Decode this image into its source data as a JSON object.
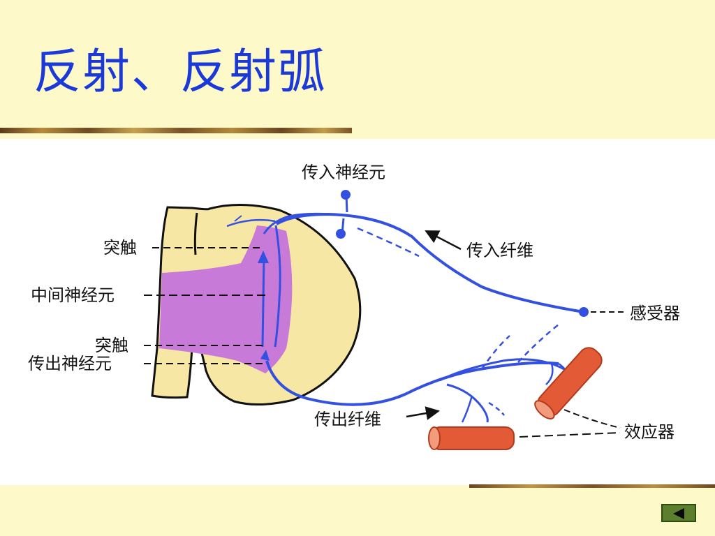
{
  "slide": {
    "title": "反射、反射弧"
  },
  "diagram": {
    "labels": {
      "afferent_neuron": "传入神经元",
      "afferent_fiber": "传入纤维",
      "receptor": "感受器",
      "synapse_top": "突触",
      "interneuron": "中间神经元",
      "synapse_bottom": "突触",
      "efferent_neuron": "传出神经元",
      "efferent_fiber": "传出纤维",
      "effector": "效应器"
    },
    "colors": {
      "nerve": "#3350e0",
      "gray_matter": "#c77ad8",
      "white_matter": "#f7e7a4",
      "muscle": "#e25a36"
    }
  },
  "navigation": {
    "back_icon": "triangle-left-icon"
  }
}
